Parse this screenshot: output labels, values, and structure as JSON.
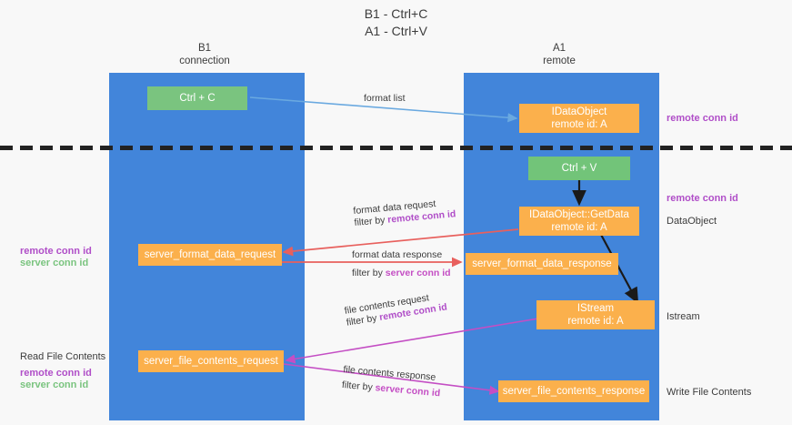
{
  "title": {
    "line1": "B1 - Ctrl+C",
    "line2": "A1 - Ctrl+V"
  },
  "columns": [
    {
      "name": "B1",
      "role": "connection"
    },
    {
      "name": "A1",
      "role": "remote"
    }
  ],
  "colors": {
    "lane": "#4285da",
    "box_orange": "#fbb04c",
    "box_green": "#7ac47f",
    "remote_conn_id": "#b04ec8",
    "server_conn_id_green": "#7ac47f",
    "server_conn_id_magenta": "#c44ec4",
    "arrow_blue": "#6aa9e0",
    "arrow_red": "#e8605d",
    "arrow_magenta": "#c44ec4",
    "arrow_black": "#1a1a1a",
    "text": "#3c3c3c"
  },
  "nodes": {
    "ctrl_c": {
      "label": "Ctrl + C"
    },
    "ctrl_v": {
      "label": "Ctrl + V"
    },
    "idataobject": {
      "line1": "IDataObject",
      "line2": "remote id: A"
    },
    "idataobject_getdata": {
      "line1": "IDataObject::GetData",
      "line2": "remote id: A"
    },
    "istream": {
      "line1": "IStream",
      "line2": "remote id: A"
    },
    "server_format_data_request": {
      "label": "server_format_data_request"
    },
    "server_format_data_response": {
      "label": "server_format_data_response"
    },
    "server_file_contents_request": {
      "label": "server_file_contents_request"
    },
    "server_file_contents_response": {
      "label": "server_file_contents_response"
    }
  },
  "edges": {
    "format_list": {
      "label": "format list"
    },
    "format_data_request": {
      "label": "format data request",
      "filter_prefix": "filter by ",
      "filter_key": "remote conn id"
    },
    "format_data_response": {
      "label": "format data response",
      "filter_prefix": "filter by ",
      "filter_key": "server conn id"
    },
    "file_contents_request": {
      "label": "file contents request",
      "filter_prefix": "filter by ",
      "filter_key": "remote conn id"
    },
    "file_contents_response": {
      "label": "file contents response",
      "filter_prefix": "filter by ",
      "filter_key": "server conn id"
    }
  },
  "annotations": {
    "right_remote_conn_id_top": "remote conn id",
    "right_remote_conn_id_mid": "remote conn id",
    "right_dataobject": "DataObject",
    "right_istream": "Istream",
    "right_write_file_contents": "Write File Contents",
    "left_remote_conn_id_mid": "remote conn id",
    "left_server_conn_id_mid": "server conn id",
    "left_read_file_contents": "Read File Contents",
    "left_remote_conn_id_bottom": "remote conn id",
    "left_server_conn_id_bottom": "server conn id"
  }
}
